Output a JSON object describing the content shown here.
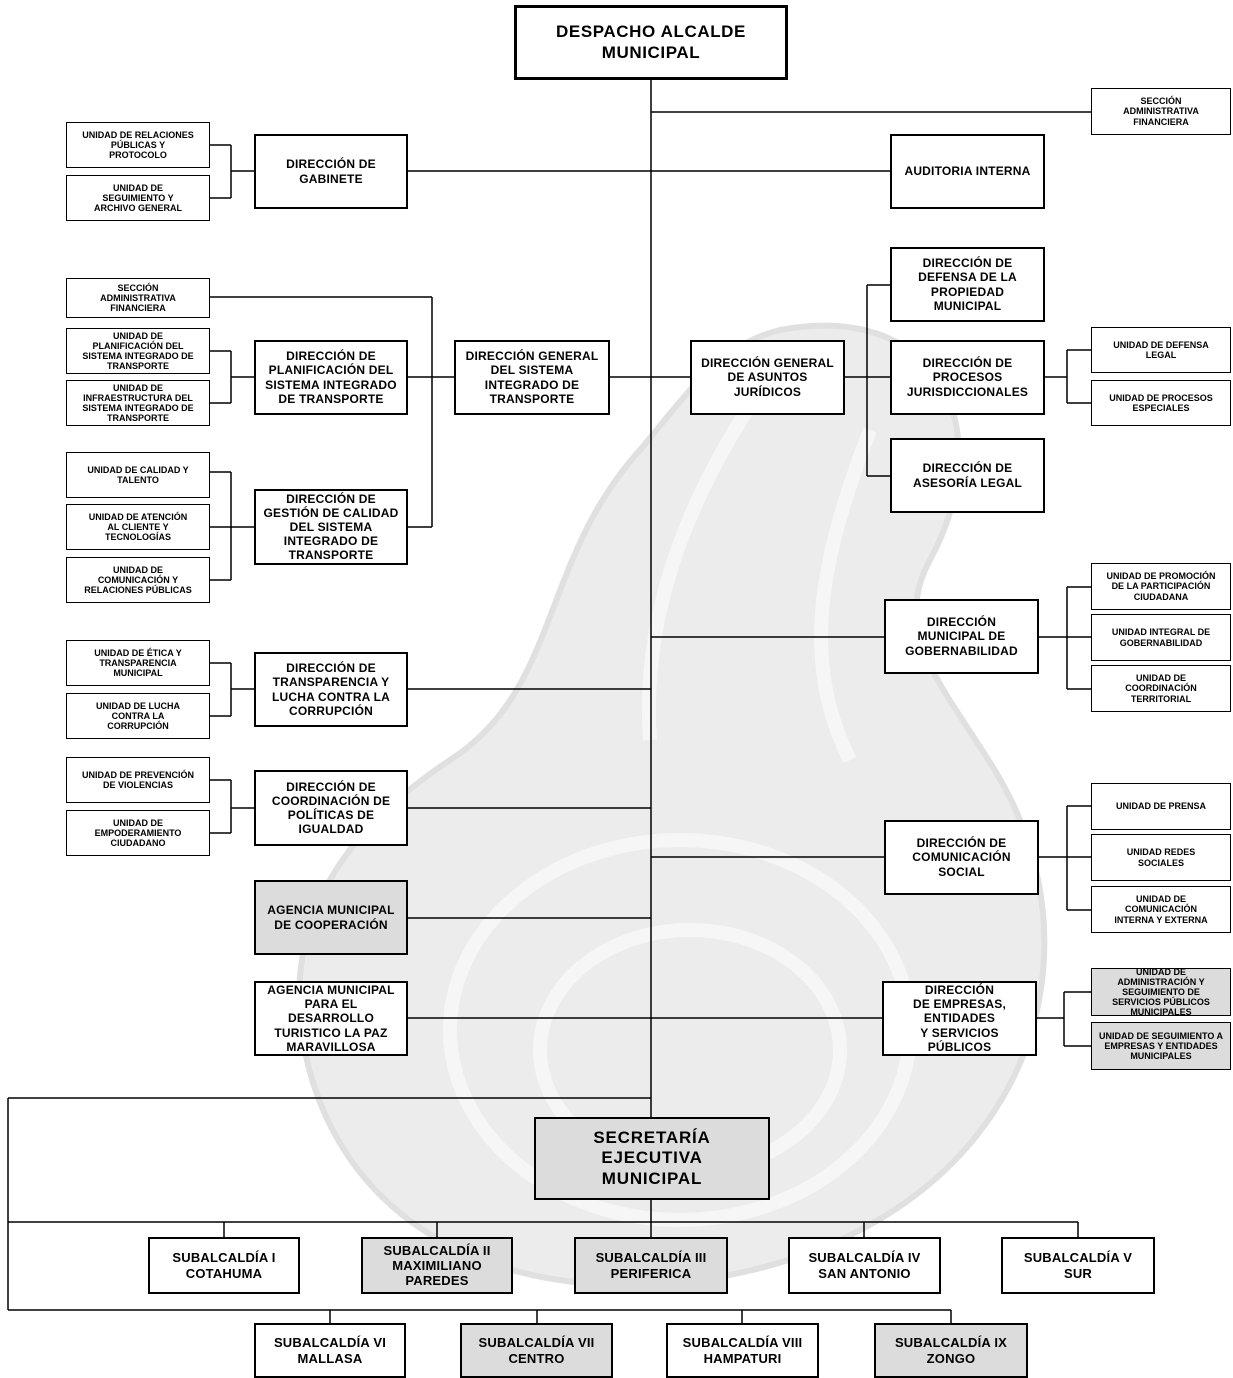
{
  "org_chart": {
    "top": {
      "label": "DESPACHO ALCALDE\nMUNICIPAL"
    },
    "right": {
      "seccion_admin": "SECCIÓN\nADMINISTRATIVA\nFINANCIERA",
      "auditoria": "AUDITORIA INTERNA",
      "dg_juridicos": "DIRECCIÓN GENERAL\nDE ASUNTOS\nJURÍDICOS",
      "dir_defensa": "DIRECCIÓN DE\nDEFENSA DE LA\nPROPIEDAD\nMUNICIPAL",
      "dir_procesos": "DIRECCIÓN DE\nPROCESOS\nJURISDICCIONALES",
      "dir_asesoria": "DIRECCIÓN DE\nASESORÍA LEGAL",
      "u_defensa_legal": "UNIDAD DE DEFENSA\nLEGAL",
      "u_procesos_especiales": "UNIDAD DE PROCESOS\nESPECIALES",
      "dir_gobernabilidad": "DIRECCIÓN\nMUNICIPAL DE\nGOBERNABILIDAD",
      "u_promocion": "UNIDAD DE PROMOCIÓN\nDE LA PARTICIPACIÓN\nCIUDADANA",
      "u_integral": "UNIDAD INTEGRAL DE\nGOBERNABILIDAD",
      "u_coord_territorial": "UNIDAD DE\nCOORDINACIÓN\nTERRITORIAL",
      "dir_comunicacion": "DIRECCIÓN DE\nCOMUNICACIÓN\nSOCIAL",
      "u_prensa": "UNIDAD DE PRENSA",
      "u_redes": "UNIDAD REDES\nSOCIALES",
      "u_com_interna": "UNIDAD DE\nCOMUNICACIÓN\nINTERNA Y EXTERNA",
      "dir_empresas": "DIRECCIÓN\nDE EMPRESAS,\nENTIDADES\nY SERVICIOS\nPÚBLICOS",
      "u_admin_servicios": "UNIDAD DE\nADMINISTRACIÓN Y\nSEGUIMIENTO DE\nSERVICIOS PÚBLICOS\nMUNICIPALES",
      "u_seguimiento_empresas": "UNIDAD DE SEGUIMIENTO A\nEMPRESAS Y ENTIDADES\nMUNICIPALES"
    },
    "left": {
      "dir_gabinete": "DIRECCIÓN DE\nGABINETE",
      "u_relaciones": "UNIDAD DE RELACIONES\nPÚBLICAS Y\nPROTOCOLO",
      "u_seguimiento_archivo": "UNIDAD DE\nSEGUIMIENTO Y\nARCHIVO GENERAL",
      "seccion_admin_sit": "SECCIÓN\nADMINISTRATIVA\nFINANCIERA",
      "u_planificacion_sit": "UNIDAD DE\nPLANIFICACIÓN DEL\nSISTEMA INTEGRADO DE\nTRANSPORTE",
      "u_infraestructura_sit": "UNIDAD DE\nINFRAESTRUCTURA DEL\nSISTEMA INTEGRADO DE\nTRANSPORTE",
      "dir_planificacion_sit": "DIRECCIÓN DE\nPLANIFICACIÓN DEL\nSISTEMA INTEGRADO\nDE TRANSPORTE",
      "dg_sit": "DIRECCIÓN GENERAL\nDEL SISTEMA\nINTEGRADO DE\nTRANSPORTE",
      "u_calidad_talento": "UNIDAD DE CALIDAD Y\nTALENTO",
      "u_atencion_cliente": "UNIDAD DE ATENCIÓN\nAL CLIENTE Y\nTECNOLOGÍAS",
      "u_comunicacion_rp": "UNIDAD DE\nCOMUNICACIÓN Y\nRELACIONES PÚBLICAS",
      "dir_gestion_calidad": "DIRECCIÓN DE\nGESTIÓN DE CALIDAD\nDEL SISTEMA\nINTEGRADO DE\nTRANSPORTE",
      "u_etica": "UNIDAD DE ÉTICA Y\nTRANSPARENCIA\nMUNICIPAL",
      "u_lucha": "UNIDAD DE LUCHA\nCONTRA LA\nCORRUPCIÓN",
      "dir_transparencia": "DIRECCIÓN DE\nTRANSPARENCIA Y\nLUCHA CONTRA LA\nCORRUPCIÓN",
      "u_prevencion": "UNIDAD DE PREVENCIÓN\nDE VIOLENCIAS",
      "u_empoderamiento": "UNIDAD DE\nEMPODERAMIENTO\nCIUDADANO",
      "dir_igualdad": "DIRECCIÓN DE\nCOORDINACIÓN DE\nPOLÍTICAS DE\nIGUALDAD",
      "agencia_cooperacion": "AGENCIA MUNICIPAL\nDE COOPERACIÓN",
      "agencia_turismo": "AGENCIA MUNICIPAL\nPARA EL\nDESARROLLO\nTURISTICO LA PAZ\nMARAVILLOSA"
    },
    "secretaria": "SECRETARÍA\nEJECUTIVA\nMUNICIPAL",
    "subalcaldias": {
      "s1": "SUBALCALDÍA I\nCOTAHUMA",
      "s2": "SUBALCALDÍA II\nMAXIMILIANO\nPAREDES",
      "s3": "SUBALCALDÍA III\nPERIFERICA",
      "s4": "SUBALCALDÍA IV\nSAN ANTONIO",
      "s5": "SUBALCALDÍA V\nSUR",
      "s6": "SUBALCALDÍA VI\nMALLASA",
      "s7": "SUBALCALDÍA VII\nCENTRO",
      "s8": "SUBALCALDÍA VIII\nHAMPATURI",
      "s9": "SUBALCALDÍA IX\nZONGO"
    }
  }
}
